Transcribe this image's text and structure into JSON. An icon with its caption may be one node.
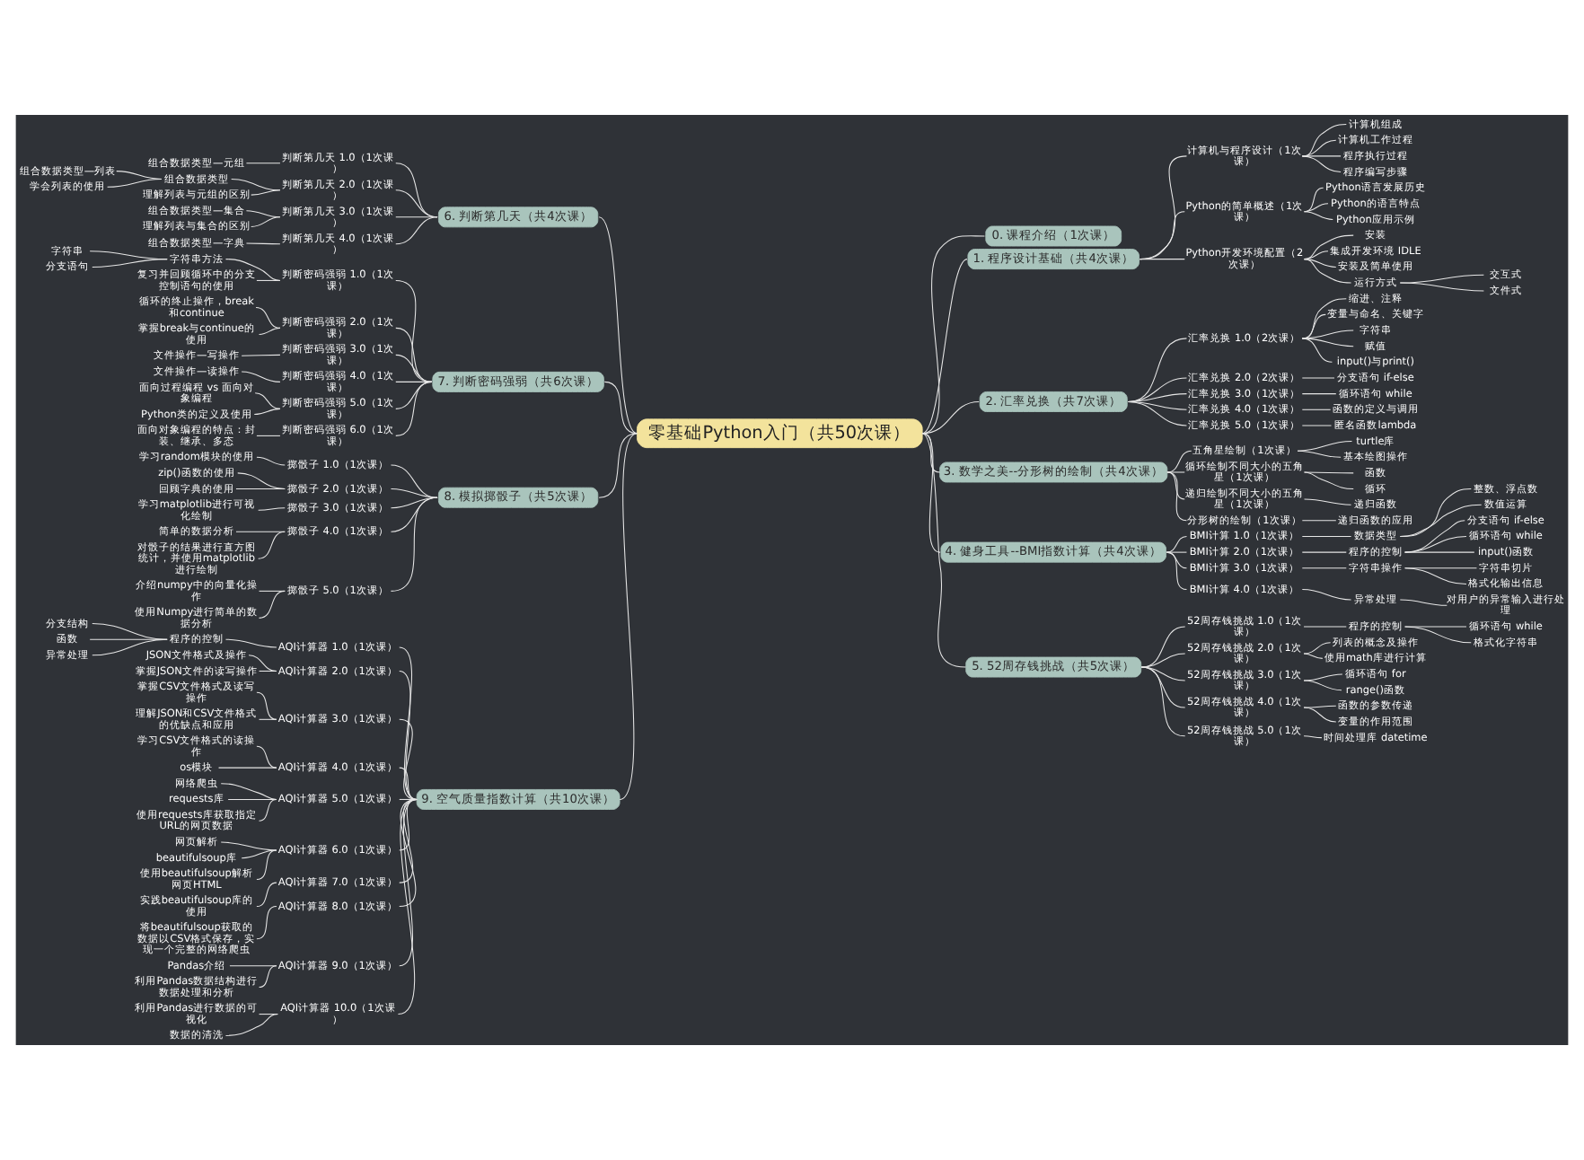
{
  "diagram": {
    "nodes": [
      {
        "text": [
          "零基础Python入门（共50次课）"
        ]
      },
      {
        "text": [
          "0. 课程介绍（1次课）"
        ]
      },
      {
        "text": [
          "1. 程序设计基础（共4次课）"
        ]
      },
      {
        "text": [
          "计算机与程序设计（1次课）"
        ]
      },
      {
        "text": [
          "计算机组成"
        ]
      },
      {
        "text": [
          "计算机工作过程"
        ]
      },
      {
        "text": [
          "程序执行过程"
        ]
      },
      {
        "text": [
          "程序编写步骤"
        ]
      },
      {
        "text": [
          "Python的简单概述（1次课）"
        ]
      },
      {
        "text": [
          "Python语言发展历史"
        ]
      },
      {
        "text": [
          "Python的语言特点"
        ]
      },
      {
        "text": [
          "Python应用示例"
        ]
      },
      {
        "text": [
          "Python开发环境配置（2次课）"
        ]
      },
      {
        "text": [
          "安装"
        ]
      },
      {
        "text": [
          "集成开发环境 IDLE"
        ]
      },
      {
        "text": [
          "安装及简单使用"
        ]
      },
      {
        "text": [
          "运行方式"
        ]
      },
      {
        "text": [
          "交互式"
        ]
      },
      {
        "text": [
          "文件式"
        ]
      },
      {
        "text": [
          "2. 汇率兑换（共7次课）"
        ]
      },
      {
        "text": [
          "汇率兑换 1.0（2次课）"
        ]
      },
      {
        "text": [
          "缩进、注释"
        ]
      },
      {
        "text": [
          "变量与命名、关键字"
        ]
      },
      {
        "text": [
          "字符串"
        ]
      },
      {
        "text": [
          "赋值"
        ]
      },
      {
        "text": [
          "input()与print()"
        ]
      },
      {
        "text": [
          "汇率兑换 2.0（2次课）"
        ]
      },
      {
        "text": [
          "分支语句 if-else"
        ]
      },
      {
        "text": [
          "汇率兑换 3.0（1次课）"
        ]
      },
      {
        "text": [
          "循环语句 while"
        ]
      },
      {
        "text": [
          "汇率兑换 4.0（1次课）"
        ]
      },
      {
        "text": [
          "函数的定义与调用"
        ]
      },
      {
        "text": [
          "汇率兑换 5.0（1次课）"
        ]
      },
      {
        "text": [
          "匿名函数lambda"
        ]
      },
      {
        "text": [
          "3. 数学之美--分形树的绘制（共4次课）"
        ]
      },
      {
        "text": [
          "五角星绘制（1次课）"
        ]
      },
      {
        "text": [
          "turtle库"
        ]
      },
      {
        "text": [
          "基本绘图操作"
        ]
      },
      {
        "text": [
          "循环绘制不同大小的五角星（1次课）"
        ]
      },
      {
        "text": [
          "函数"
        ]
      },
      {
        "text": [
          "循环"
        ]
      },
      {
        "text": [
          "递归绘制不同大小的五角星（1次课）"
        ]
      },
      {
        "text": [
          "递归函数"
        ]
      },
      {
        "text": [
          "分形树的绘制（1次课）"
        ]
      },
      {
        "text": [
          "递归函数的应用"
        ]
      },
      {
        "text": [
          "4. 健身工具--BMI指数计算（共4次课）"
        ]
      },
      {
        "text": [
          "BMI计算 1.0（1次课）"
        ]
      },
      {
        "text": [
          "数据类型"
        ]
      },
      {
        "text": [
          "整数、浮点数"
        ]
      },
      {
        "text": [
          "数值运算"
        ]
      },
      {
        "text": [
          "BMI计算 2.0（1次课）"
        ]
      },
      {
        "text": [
          "程序的控制"
        ]
      },
      {
        "text": [
          "分支语句 if-else"
        ]
      },
      {
        "text": [
          "循环语句 while"
        ]
      },
      {
        "text": [
          "input()函数"
        ]
      },
      {
        "text": [
          "BMI计算 3.0（1次课）"
        ]
      },
      {
        "text": [
          "字符串操作"
        ]
      },
      {
        "text": [
          "字符串切片"
        ]
      },
      {
        "text": [
          "格式化输出信息"
        ]
      },
      {
        "text": [
          "BMI计算 4.0（1次课）"
        ]
      },
      {
        "text": [
          "异常处理"
        ]
      },
      {
        "text": [
          "对用户的异常输入进行处理"
        ]
      },
      {
        "text": [
          "5. 52周存钱挑战（共5次课）"
        ]
      },
      {
        "text": [
          "52周存钱挑战 1.0（1次课）"
        ]
      },
      {
        "text": [
          "程序的控制"
        ]
      },
      {
        "text": [
          "循环语句 while"
        ]
      },
      {
        "text": [
          "格式化字符串"
        ]
      },
      {
        "text": [
          "52周存钱挑战 2.0（1次课）"
        ]
      },
      {
        "text": [
          "列表的概念及操作"
        ]
      },
      {
        "text": [
          "使用math库进行计算"
        ]
      },
      {
        "text": [
          "52周存钱挑战 3.0（1次课）"
        ]
      },
      {
        "text": [
          "循环语句 for"
        ]
      },
      {
        "text": [
          "range()函数"
        ]
      },
      {
        "text": [
          "52周存钱挑战 4.0（1次课）"
        ]
      },
      {
        "text": [
          "函数的参数传递"
        ]
      },
      {
        "text": [
          "变量的作用范围"
        ]
      },
      {
        "text": [
          "52周存钱挑战 5.0（1次课）"
        ]
      },
      {
        "text": [
          "时间处理库 datetime"
        ]
      },
      {
        "text": [
          "6. 判断第几天（共4次课）"
        ]
      },
      {
        "text": [
          "判断第几天 1.0（1次课）"
        ]
      },
      {
        "text": [
          "组合数据类型—元组"
        ]
      },
      {
        "text": [
          "判断第几天 2.0（1次课）"
        ]
      },
      {
        "text": [
          "组合数据类型"
        ]
      },
      {
        "text": [
          "组合数据类型—列表"
        ]
      },
      {
        "text": [
          "学会列表的使用"
        ]
      },
      {
        "text": [
          "理解列表与元组的区别"
        ]
      },
      {
        "text": [
          "判断第几天 3.0（1次课）"
        ]
      },
      {
        "text": [
          "组合数据类型—集合"
        ]
      },
      {
        "text": [
          "理解列表与集合的区别"
        ]
      },
      {
        "text": [
          "判断第几天 4.0（1次课）"
        ]
      },
      {
        "text": [
          "组合数据类型—字典"
        ]
      },
      {
        "text": [
          "7. 判断密码强弱（共6次课）"
        ]
      },
      {
        "text": [
          "判断密码强弱 1.0（1次课）"
        ]
      },
      {
        "text": [
          "字符串方法"
        ]
      },
      {
        "text": [
          "字符串"
        ]
      },
      {
        "text": [
          "分支语句"
        ]
      },
      {
        "text": [
          "复习并回顾循环中的分支控制语句的使用"
        ]
      },
      {
        "text": [
          "判断密码强弱 2.0（1次课）"
        ]
      },
      {
        "text": [
          "循环的终止操作，break和continue"
        ]
      },
      {
        "text": [
          "掌握break与continue的使用"
        ]
      },
      {
        "text": [
          "判断密码强弱 3.0（1次课）"
        ]
      },
      {
        "text": [
          "文件操作—写操作"
        ]
      },
      {
        "text": [
          "判断密码强弱 4.0（1次课）"
        ]
      },
      {
        "text": [
          "文件操作—读操作"
        ]
      },
      {
        "text": [
          "判断密码强弱 5.0（1次课）"
        ]
      },
      {
        "text": [
          "面向过程编程 vs 面向对象编程"
        ]
      },
      {
        "text": [
          "Python类的定义及使用"
        ]
      },
      {
        "text": [
          "判断密码强弱 6.0（1次课）"
        ]
      },
      {
        "text": [
          "面向对象编程的特点：封装、继承、多态"
        ]
      },
      {
        "text": [
          "8. 模拟掷骰子（共5次课）"
        ]
      },
      {
        "text": [
          "掷骰子 1.0（1次课）"
        ]
      },
      {
        "text": [
          "学习random模块的使用"
        ]
      },
      {
        "text": [
          "掷骰子 2.0（1次课）"
        ]
      },
      {
        "text": [
          "zip()函数的使用"
        ]
      },
      {
        "text": [
          "回顾字典的使用"
        ]
      },
      {
        "text": [
          "掷骰子 3.0（1次课）"
        ]
      },
      {
        "text": [
          "学习matplotlib进行可视化绘制"
        ]
      },
      {
        "text": [
          "掷骰子 4.0（1次课）"
        ]
      },
      {
        "text": [
          "简单的数据分析"
        ]
      },
      {
        "text": [
          "对骰子的结果进行直方图统计，并使用matplotlib进行绘制"
        ]
      },
      {
        "text": [
          "掷骰子 5.0（1次课）"
        ]
      },
      {
        "text": [
          "介绍numpy中的向量化操作"
        ]
      },
      {
        "text": [
          "使用Numpy进行简单的数据分析"
        ]
      },
      {
        "text": [
          "9. 空气质量指数计算（共10次课）"
        ]
      },
      {
        "text": [
          "AQI计算器 1.0（1次课）"
        ]
      },
      {
        "text": [
          "程序的控制"
        ]
      },
      {
        "text": [
          "分支结构"
        ]
      },
      {
        "text": [
          "函数"
        ]
      },
      {
        "text": [
          "异常处理"
        ]
      },
      {
        "text": [
          "AQI计算器 2.0（1次课）"
        ]
      },
      {
        "text": [
          "JSON文件格式及操作"
        ]
      },
      {
        "text": [
          "掌握JSON文件的读写操作"
        ]
      },
      {
        "text": [
          "AQI计算器 3.0（1次课）"
        ]
      },
      {
        "text": [
          "掌握CSV文件格式及读写操作"
        ]
      },
      {
        "text": [
          "理解JSON和CSV文件格式的优缺点和应用"
        ]
      },
      {
        "text": [
          "AQI计算器 4.0（1次课）"
        ]
      },
      {
        "text": [
          "学习CSV文件格式的读操作"
        ]
      },
      {
        "text": [
          "os模块"
        ]
      },
      {
        "text": [
          "AQI计算器 5.0（1次课）"
        ]
      },
      {
        "text": [
          "网络爬虫"
        ]
      },
      {
        "text": [
          "requests库"
        ]
      },
      {
        "text": [
          "使用requests库获取指定URL的网页数据"
        ]
      },
      {
        "text": [
          "AQI计算器 6.0（1次课）"
        ]
      },
      {
        "text": [
          "网页解析"
        ]
      },
      {
        "text": [
          "beautifulsoup库"
        ]
      },
      {
        "text": [
          "使用beautifulsoup解析网页HTML"
        ]
      },
      {
        "text": [
          "AQI计算器 7.0（1次课）"
        ]
      },
      {
        "text": [
          "实践beautifulsoup库的使用"
        ]
      },
      {
        "text": [
          "AQI计算器 8.0（1次课）"
        ]
      },
      {
        "text": [
          "将beautifulsoup获取的数据以CSV格式保存，实现一个完整的网络爬虫"
        ]
      },
      {
        "text": [
          "AQI计算器 9.0（1次课）"
        ]
      },
      {
        "text": [
          "Pandas介绍"
        ]
      },
      {
        "text": [
          "利用Pandas数据结构进行数据处理和分析"
        ]
      },
      {
        "text": [
          "AQI计算器 10.0（1次课）"
        ]
      },
      {
        "text": [
          "利用Pandas进行数据的可视化"
        ]
      },
      {
        "text": [
          "数据的清洗"
        ]
      }
    ],
    "edges": [
      {
        "from": 0,
        "to": 1,
        "arrow": "none"
      },
      {
        "from": 0,
        "to": 2,
        "arrow": "none"
      },
      {
        "from": 2,
        "to": 3,
        "arrow": "none"
      },
      {
        "from": 3,
        "to": 4,
        "arrow": "none"
      },
      {
        "from": 3,
        "to": 5,
        "arrow": "none"
      },
      {
        "from": 3,
        "to": 6,
        "arrow": "none"
      },
      {
        "from": 3,
        "to": 7,
        "arrow": "none"
      },
      {
        "from": 2,
        "to": 8,
        "arrow": "none"
      },
      {
        "from": 8,
        "to": 9,
        "arrow": "none"
      },
      {
        "from": 8,
        "to": 10,
        "arrow": "none"
      },
      {
        "from": 8,
        "to": 11,
        "arrow": "none"
      },
      {
        "from": 2,
        "to": 12,
        "arrow": "none"
      },
      {
        "from": 12,
        "to": 13,
        "arrow": "none"
      },
      {
        "from": 12,
        "to": 14,
        "arrow": "none"
      },
      {
        "from": 12,
        "to": 15,
        "arrow": "none"
      },
      {
        "from": 12,
        "to": 16,
        "arrow": "none"
      },
      {
        "from": 16,
        "to": 17,
        "arrow": "none"
      },
      {
        "from": 16,
        "to": 18,
        "arrow": "none"
      },
      {
        "from": 0,
        "to": 19,
        "arrow": "none"
      },
      {
        "from": 19,
        "to": 20,
        "arrow": "none"
      },
      {
        "from": 20,
        "to": 21,
        "arrow": "none"
      },
      {
        "from": 20,
        "to": 22,
        "arrow": "none"
      },
      {
        "from": 20,
        "to": 23,
        "arrow": "none"
      },
      {
        "from": 20,
        "to": 24,
        "arrow": "none"
      },
      {
        "from": 20,
        "to": 25,
        "arrow": "none"
      },
      {
        "from": 19,
        "to": 26,
        "arrow": "none"
      },
      {
        "from": 26,
        "to": 27,
        "arrow": "none"
      },
      {
        "from": 19,
        "to": 28,
        "arrow": "none"
      },
      {
        "from": 28,
        "to": 29,
        "arrow": "none"
      },
      {
        "from": 19,
        "to": 30,
        "arrow": "none"
      },
      {
        "from": 30,
        "to": 31,
        "arrow": "none"
      },
      {
        "from": 19,
        "to": 32,
        "arrow": "none"
      },
      {
        "from": 32,
        "to": 33,
        "arrow": "none"
      },
      {
        "from": 0,
        "to": 34,
        "arrow": "none"
      },
      {
        "from": 34,
        "to": 35,
        "arrow": "none"
      },
      {
        "from": 35,
        "to": 36,
        "arrow": "none"
      },
      {
        "from": 35,
        "to": 37,
        "arrow": "none"
      },
      {
        "from": 34,
        "to": 38,
        "arrow": "none"
      },
      {
        "from": 38,
        "to": 39,
        "arrow": "none"
      },
      {
        "from": 38,
        "to": 40,
        "arrow": "none"
      },
      {
        "from": 34,
        "to": 41,
        "arrow": "none"
      },
      {
        "from": 41,
        "to": 42,
        "arrow": "none"
      },
      {
        "from": 34,
        "to": 43,
        "arrow": "none"
      },
      {
        "from": 43,
        "to": 44,
        "arrow": "none"
      },
      {
        "from": 0,
        "to": 45,
        "arrow": "none"
      },
      {
        "from": 45,
        "to": 46,
        "arrow": "none"
      },
      {
        "from": 46,
        "to": 47,
        "arrow": "none"
      },
      {
        "from": 47,
        "to": 48,
        "arrow": "none"
      },
      {
        "from": 47,
        "to": 49,
        "arrow": "none"
      },
      {
        "from": 45,
        "to": 50,
        "arrow": "none"
      },
      {
        "from": 50,
        "to": 51,
        "arrow": "none"
      },
      {
        "from": 51,
        "to": 52,
        "arrow": "none"
      },
      {
        "from": 51,
        "to": 53,
        "arrow": "none"
      },
      {
        "from": 51,
        "to": 54,
        "arrow": "none"
      },
      {
        "from": 45,
        "to": 55,
        "arrow": "none"
      },
      {
        "from": 55,
        "to": 56,
        "arrow": "none"
      },
      {
        "from": 56,
        "to": 57,
        "arrow": "none"
      },
      {
        "from": 56,
        "to": 58,
        "arrow": "none"
      },
      {
        "from": 45,
        "to": 59,
        "arrow": "none"
      },
      {
        "from": 59,
        "to": 60,
        "arrow": "none"
      },
      {
        "from": 60,
        "to": 61,
        "arrow": "none"
      },
      {
        "from": 0,
        "to": 62,
        "arrow": "none"
      },
      {
        "from": 62,
        "to": 63,
        "arrow": "none"
      },
      {
        "from": 63,
        "to": 64,
        "arrow": "none"
      },
      {
        "from": 64,
        "to": 65,
        "arrow": "none"
      },
      {
        "from": 64,
        "to": 66,
        "arrow": "none"
      },
      {
        "from": 62,
        "to": 67,
        "arrow": "none"
      },
      {
        "from": 67,
        "to": 68,
        "arrow": "none"
      },
      {
        "from": 67,
        "to": 69,
        "arrow": "none"
      },
      {
        "from": 62,
        "to": 70,
        "arrow": "none"
      },
      {
        "from": 70,
        "to": 71,
        "arrow": "none"
      },
      {
        "from": 70,
        "to": 72,
        "arrow": "none"
      },
      {
        "from": 62,
        "to": 73,
        "arrow": "none"
      },
      {
        "from": 73,
        "to": 74,
        "arrow": "none"
      },
      {
        "from": 73,
        "to": 75,
        "arrow": "none"
      },
      {
        "from": 62,
        "to": 76,
        "arrow": "none"
      },
      {
        "from": 76,
        "to": 77,
        "arrow": "none"
      },
      {
        "from": 0,
        "to": 78,
        "arrow": "none"
      },
      {
        "from": 78,
        "to": 79,
        "arrow": "none"
      },
      {
        "from": 79,
        "to": 80,
        "arrow": "none"
      },
      {
        "from": 78,
        "to": 81,
        "arrow": "none"
      },
      {
        "from": 81,
        "to": 82,
        "arrow": "none"
      },
      {
        "from": 82,
        "to": 83,
        "arrow": "none"
      },
      {
        "from": 82,
        "to": 84,
        "arrow": "none"
      },
      {
        "from": 81,
        "to": 85,
        "arrow": "none"
      },
      {
        "from": 78,
        "to": 86,
        "arrow": "none"
      },
      {
        "from": 86,
        "to": 87,
        "arrow": "none"
      },
      {
        "from": 86,
        "to": 88,
        "arrow": "none"
      },
      {
        "from": 78,
        "to": 89,
        "arrow": "none"
      },
      {
        "from": 89,
        "to": 90,
        "arrow": "none"
      },
      {
        "from": 0,
        "to": 91,
        "arrow": "none"
      },
      {
        "from": 91,
        "to": 92,
        "arrow": "none"
      },
      {
        "from": 92,
        "to": 93,
        "arrow": "none"
      },
      {
        "from": 93,
        "to": 94,
        "arrow": "none"
      },
      {
        "from": 93,
        "to": 95,
        "arrow": "none"
      },
      {
        "from": 92,
        "to": 96,
        "arrow": "none"
      },
      {
        "from": 91,
        "to": 97,
        "arrow": "none"
      },
      {
        "from": 97,
        "to": 98,
        "arrow": "none"
      },
      {
        "from": 97,
        "to": 99,
        "arrow": "none"
      },
      {
        "from": 91,
        "to": 100,
        "arrow": "none"
      },
      {
        "from": 100,
        "to": 101,
        "arrow": "none"
      },
      {
        "from": 91,
        "to": 102,
        "arrow": "none"
      },
      {
        "from": 102,
        "to": 103,
        "arrow": "none"
      },
      {
        "from": 91,
        "to": 104,
        "arrow": "none"
      },
      {
        "from": 104,
        "to": 105,
        "arrow": "none"
      },
      {
        "from": 104,
        "to": 106,
        "arrow": "none"
      },
      {
        "from": 91,
        "to": 107,
        "arrow": "none"
      },
      {
        "from": 107,
        "to": 108,
        "arrow": "none"
      },
      {
        "from": 0,
        "to": 109,
        "arrow": "none"
      },
      {
        "from": 109,
        "to": 110,
        "arrow": "none"
      },
      {
        "from": 110,
        "to": 111,
        "arrow": "none"
      },
      {
        "from": 109,
        "to": 112,
        "arrow": "none"
      },
      {
        "from": 112,
        "to": 113,
        "arrow": "none"
      },
      {
        "from": 112,
        "to": 114,
        "arrow": "none"
      },
      {
        "from": 109,
        "to": 115,
        "arrow": "none"
      },
      {
        "from": 115,
        "to": 116,
        "arrow": "none"
      },
      {
        "from": 109,
        "to": 117,
        "arrow": "none"
      },
      {
        "from": 117,
        "to": 118,
        "arrow": "none"
      },
      {
        "from": 117,
        "to": 119,
        "arrow": "none"
      },
      {
        "from": 109,
        "to": 120,
        "arrow": "none"
      },
      {
        "from": 120,
        "to": 121,
        "arrow": "none"
      },
      {
        "from": 120,
        "to": 122,
        "arrow": "none"
      },
      {
        "from": 0,
        "to": 123,
        "arrow": "none"
      },
      {
        "from": 123,
        "to": 124,
        "arrow": "none"
      },
      {
        "from": 124,
        "to": 125,
        "arrow": "none"
      },
      {
        "from": 125,
        "to": 126,
        "arrow": "none"
      },
      {
        "from": 125,
        "to": 127,
        "arrow": "none"
      },
      {
        "from": 125,
        "to": 128,
        "arrow": "none"
      },
      {
        "from": 123,
        "to": 129,
        "arrow": "none"
      },
      {
        "from": 129,
        "to": 130,
        "arrow": "none"
      },
      {
        "from": 129,
        "to": 131,
        "arrow": "none"
      },
      {
        "from": 123,
        "to": 132,
        "arrow": "none"
      },
      {
        "from": 132,
        "to": 133,
        "arrow": "none"
      },
      {
        "from": 132,
        "to": 134,
        "arrow": "none"
      },
      {
        "from": 123,
        "to": 135,
        "arrow": "none"
      },
      {
        "from": 135,
        "to": 136,
        "arrow": "none"
      },
      {
        "from": 135,
        "to": 137,
        "arrow": "none"
      },
      {
        "from": 123,
        "to": 138,
        "arrow": "none"
      },
      {
        "from": 138,
        "to": 139,
        "arrow": "none"
      },
      {
        "from": 138,
        "to": 140,
        "arrow": "none"
      },
      {
        "from": 138,
        "to": 141,
        "arrow": "none"
      },
      {
        "from": 123,
        "to": 142,
        "arrow": "none"
      },
      {
        "from": 142,
        "to": 143,
        "arrow": "none"
      },
      {
        "from": 142,
        "to": 144,
        "arrow": "none"
      },
      {
        "from": 142,
        "to": 145,
        "arrow": "none"
      },
      {
        "from": 123,
        "to": 146,
        "arrow": "none"
      },
      {
        "from": 146,
        "to": 147,
        "arrow": "none"
      },
      {
        "from": 123,
        "to": 148,
        "arrow": "none"
      },
      {
        "from": 148,
        "to": 149,
        "arrow": "none"
      },
      {
        "from": 123,
        "to": 150,
        "arrow": "none"
      },
      {
        "from": 150,
        "to": 151,
        "arrow": "none"
      },
      {
        "from": 150,
        "to": 152,
        "arrow": "none"
      },
      {
        "from": 123,
        "to": 153,
        "arrow": "none"
      },
      {
        "from": 153,
        "to": 154,
        "arrow": "none"
      },
      {
        "from": 153,
        "to": 155,
        "arrow": "none"
      }
    ]
  }
}
